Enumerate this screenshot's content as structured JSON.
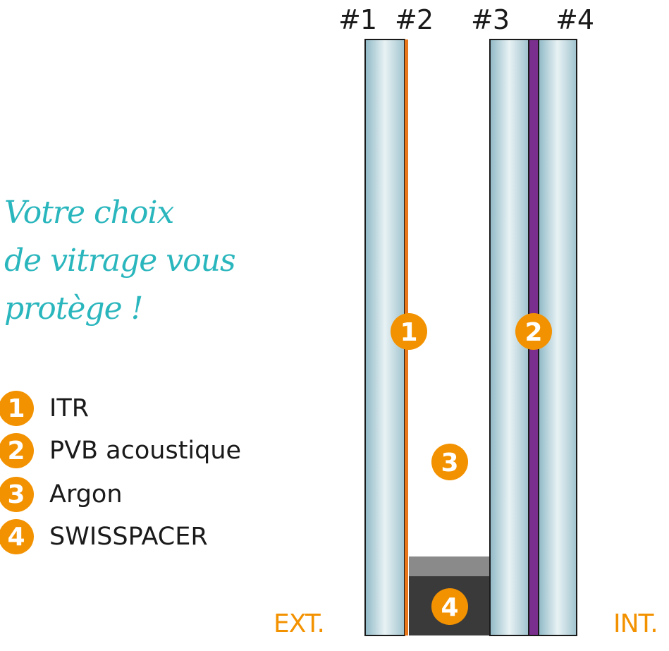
{
  "headline": {
    "lines": [
      "Votre choix",
      "de vitrage vous",
      "protège !"
    ]
  },
  "legend": {
    "items": [
      {
        "number": "1",
        "label": "ITR"
      },
      {
        "number": "2",
        "label": "PVB acoustique"
      },
      {
        "number": "3",
        "label": "Argon"
      },
      {
        "number": "4",
        "label": "SWISSPACER"
      }
    ]
  },
  "surfaces": [
    "#1",
    "#2",
    "#3",
    "#4"
  ],
  "sides": {
    "exterior": "EXT.",
    "interior": "INT."
  },
  "markers": [
    "1",
    "2",
    "3",
    "4"
  ],
  "colors": {
    "accent_orange": "#f39200",
    "headline_teal": "#2ab6bd",
    "glass_edge": "#9ec4cf",
    "glass_center": "#e4f0f2",
    "pvb_purple": "#7a2f8e",
    "itr_coating": "#e8761a",
    "spacer_top": "#8a8a8a",
    "spacer_body": "#3a3a3a"
  }
}
